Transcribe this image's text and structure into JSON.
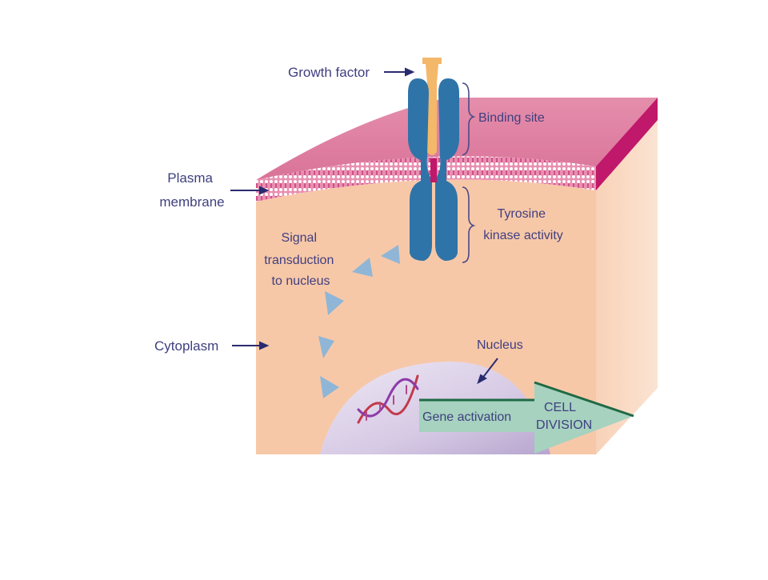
{
  "diagram": {
    "labels": {
      "growth_factor": "Growth factor",
      "binding_site": "Binding site",
      "plasma_membrane": [
        "Plasma",
        "membrane"
      ],
      "tyrosine_kinase": [
        "Tyrosine",
        "kinase activity"
      ],
      "signal_transduction": [
        "Signal",
        "transduction",
        "to nucleus"
      ],
      "cytoplasm": "Cytoplasm",
      "nucleus": "Nucleus",
      "gene_activation": "Gene activation",
      "cell_division": [
        "CELL",
        "DIVISION"
      ]
    },
    "colors": {
      "cytoplasm": "#f7c8a8",
      "membrane_top": "#e07ea0",
      "membrane_edge": "#c0186a",
      "receptor": "#2f74a8",
      "growth_factor": "#f3b86a",
      "signal_arrows": "#8fb6d6",
      "nucleus": "#d8cde6",
      "label_text": "#3f3f80",
      "gene_arrow": "#a6d2bf"
    }
  }
}
